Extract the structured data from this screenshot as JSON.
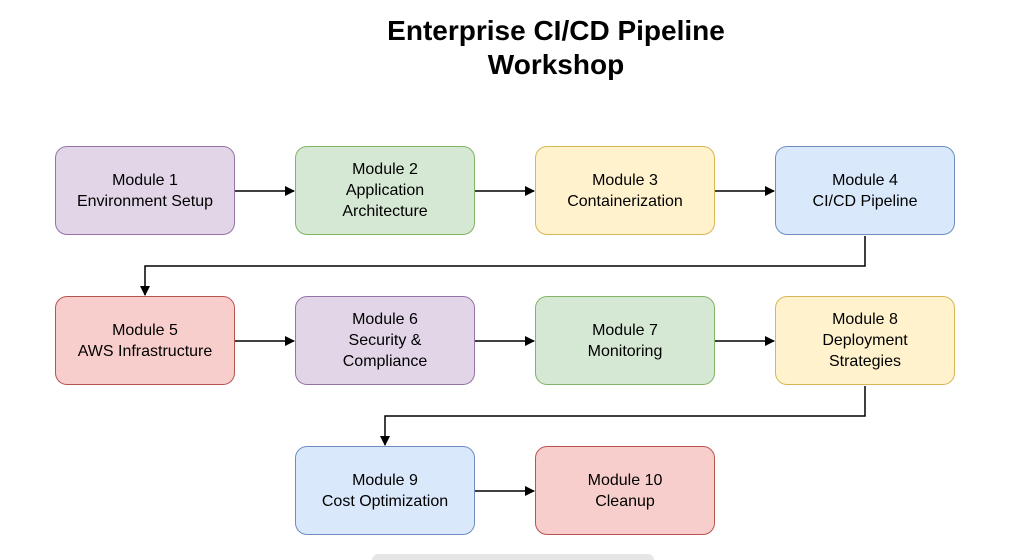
{
  "title": {
    "line1": "Enterprise CI/CD Pipeline",
    "line2": "Workshop"
  },
  "modules": [
    {
      "line1": "Module 1",
      "line2": "Environment Setup",
      "line3": ""
    },
    {
      "line1": "Module 2",
      "line2": "Application",
      "line3": "Architecture"
    },
    {
      "line1": "Module 3",
      "line2": "Containerization",
      "line3": ""
    },
    {
      "line1": "Module 4",
      "line2": "CI/CD Pipeline",
      "line3": ""
    },
    {
      "line1": "Module 5",
      "line2": "AWS Infrastructure",
      "line3": ""
    },
    {
      "line1": "Module 6",
      "line2": "Security &",
      "line3": "Compliance"
    },
    {
      "line1": "Module 7",
      "line2": "Monitoring",
      "line3": ""
    },
    {
      "line1": "Module 8",
      "line2": "Deployment",
      "line3": "Strategies"
    },
    {
      "line1": "Module 9",
      "line2": "Cost Optimization",
      "line3": ""
    },
    {
      "line1": "Module 10",
      "line2": "Cleanup",
      "line3": ""
    }
  ],
  "colors": {
    "purple_fill": "#e1d5e7",
    "green_fill": "#d5e8d4",
    "yellow_fill": "#fff2cc",
    "blue_fill": "#dae8fc",
    "red_fill": "#f8cecc",
    "connector": "#000000"
  }
}
